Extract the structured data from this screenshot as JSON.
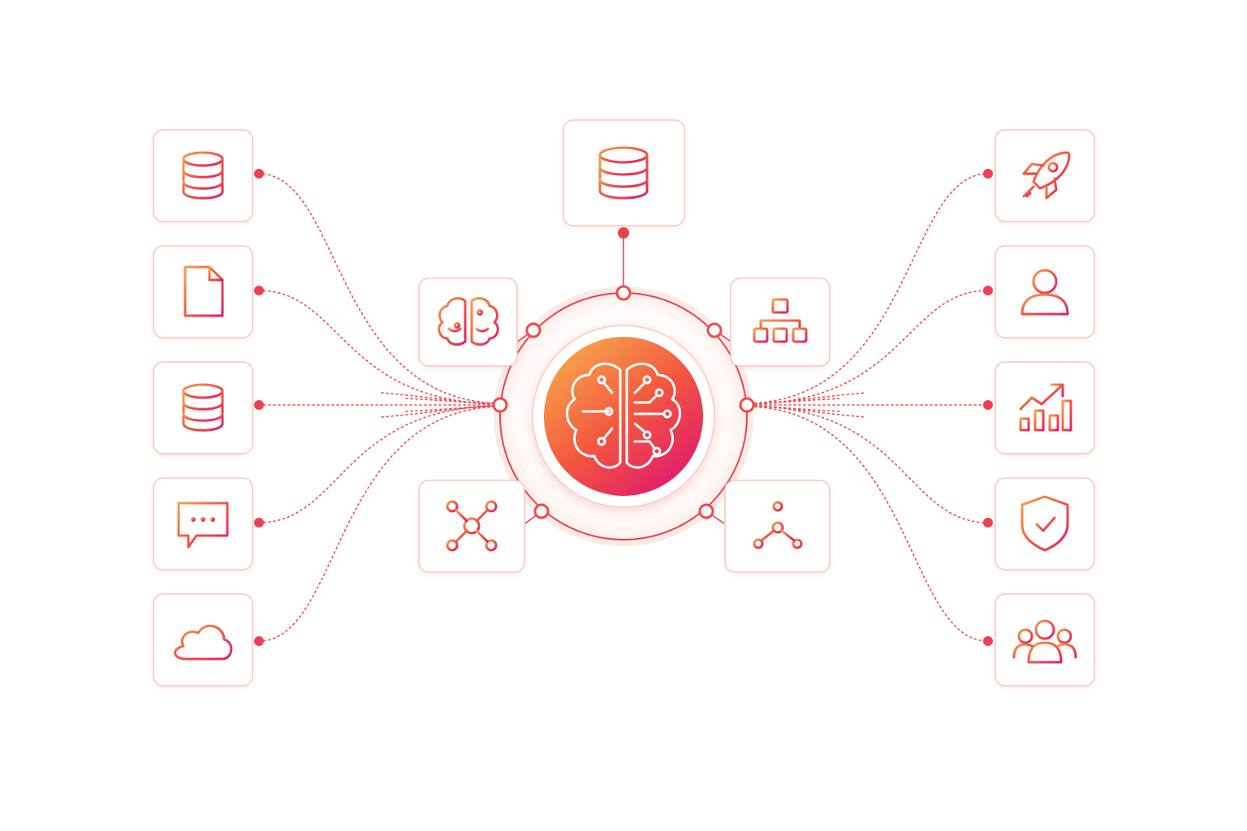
{
  "colors": {
    "accent_start": "#f6a04d",
    "accent_mid": "#f3573f",
    "accent_end": "#e21c6a",
    "wire": "#ef4a52",
    "tile_border": "#f5c7bf",
    "background": "#ffffff"
  },
  "hub": {
    "icon": "ai-brain-circuit-icon"
  },
  "top_node": {
    "icon": "database-icon"
  },
  "inner_nodes": [
    {
      "id": "brain",
      "icon": "brain-icon"
    },
    {
      "id": "hierarchy",
      "icon": "org-hierarchy-icon"
    },
    {
      "id": "network",
      "icon": "network-nodes-icon"
    },
    {
      "id": "connections",
      "icon": "connected-nodes-icon"
    }
  ],
  "inputs": [
    {
      "id": "database-1",
      "icon": "database-icon"
    },
    {
      "id": "document",
      "icon": "document-icon"
    },
    {
      "id": "database-2",
      "icon": "database-icon"
    },
    {
      "id": "chat",
      "icon": "chat-bubble-icon"
    },
    {
      "id": "cloud",
      "icon": "cloud-icon"
    }
  ],
  "outputs": [
    {
      "id": "launch",
      "icon": "rocket-icon"
    },
    {
      "id": "user",
      "icon": "user-icon"
    },
    {
      "id": "analytics",
      "icon": "growth-chart-icon"
    },
    {
      "id": "security",
      "icon": "shield-check-icon"
    },
    {
      "id": "team",
      "icon": "team-icon"
    }
  ]
}
